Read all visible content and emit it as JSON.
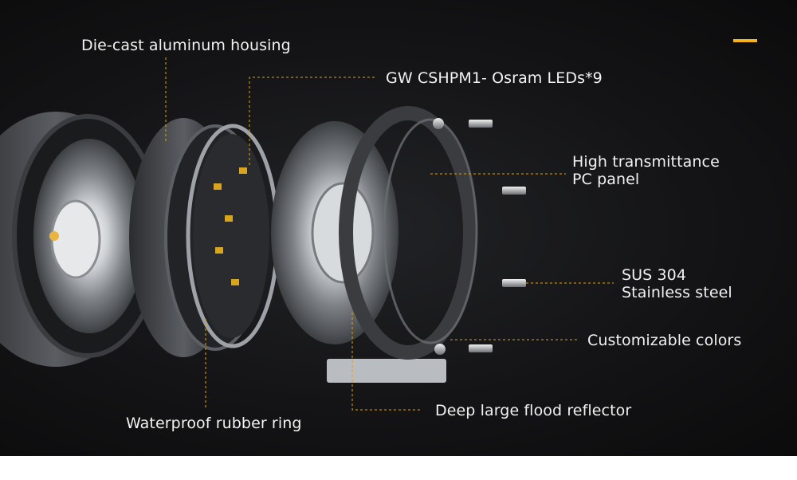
{
  "colors": {
    "background": "#141416",
    "accent": "#f4b41a",
    "leader": "#d9a520",
    "label_text": "#f2f2f2"
  },
  "labels": {
    "housing": "Die-cast aluminum housing",
    "leds": "GW CSHPM1- Osram LEDs*9",
    "pc_panel_line1": "High transmittance",
    "pc_panel_line2": "PC panel",
    "sus_line1": "SUS 304",
    "sus_line2": "Stainless steel",
    "colors": "Customizable colors",
    "rubber_ring": "Waterproof rubber ring",
    "reflector": "Deep large flood reflector"
  }
}
